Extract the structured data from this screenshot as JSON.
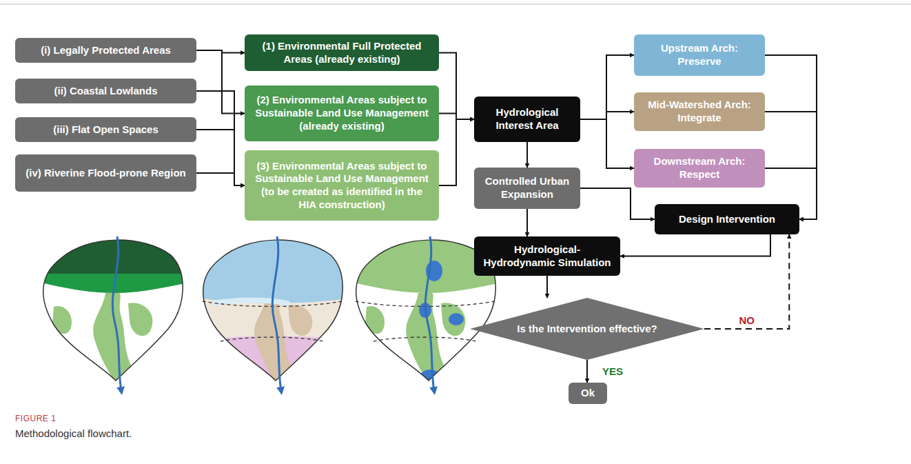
{
  "diagram": {
    "caption": "Methodological flowchart.",
    "nodes": [
      {
        "text": [
          "(i) Legally Protected Areas"
        ]
      },
      {
        "text": [
          "(ii) Coastal Lowlands"
        ]
      },
      {
        "text": [
          "(iii) Flat Open Spaces"
        ]
      },
      {
        "text": [
          "(iv) Riverine Flood-prone Region"
        ]
      },
      {
        "text": [
          "(1) Environmental Full Protected Areas (already existing)"
        ]
      },
      {
        "text": [
          "(2) Environmental Areas subject to Sustainable Land Use Management (already existing)"
        ]
      },
      {
        "text": [
          "(3) Environmental Areas subject to Sustainable Land Use Management (to be created as identified in the HIA construction)"
        ]
      },
      {
        "text": [
          "Hydrological Interest Area"
        ]
      },
      {
        "text": [
          "Upstream Arch: Preserve"
        ]
      },
      {
        "text": [
          "Mid-Watershed Arch: Integrate"
        ]
      },
      {
        "text": [
          "Downstream Arch: Respect"
        ]
      },
      {
        "text": [
          "Controlled Urban Expansion"
        ]
      },
      {
        "text": [
          "Design Intervention"
        ]
      },
      {
        "text": [
          "Hydrological-Hydrodynamic Simulation"
        ]
      },
      {
        "text": [
          "Is the Intervention effective?"
        ]
      },
      {
        "text": [
          "Ok"
        ]
      }
    ],
    "edges": [
      {
        "from": 0,
        "to": 4,
        "arrow": "to"
      },
      {
        "from": 0,
        "to": 5,
        "arrow": "to"
      },
      {
        "from": 1,
        "to": 6,
        "arrow": "to"
      },
      {
        "from": 2,
        "to": 6,
        "arrow": "to"
      },
      {
        "from": 3,
        "to": 6,
        "arrow": "to"
      },
      {
        "from": 4,
        "to": 7,
        "arrow": "to"
      },
      {
        "from": 5,
        "to": 7,
        "arrow": "to"
      },
      {
        "from": 6,
        "to": 7,
        "arrow": "to"
      },
      {
        "from": 7,
        "to": 8,
        "arrow": "to"
      },
      {
        "from": 7,
        "to": 9,
        "arrow": "to"
      },
      {
        "from": 7,
        "to": 10,
        "arrow": "to"
      },
      {
        "from": 7,
        "to": 11,
        "arrow": "to"
      },
      {
        "from": 8,
        "to": 12,
        "arrow": "to"
      },
      {
        "from": 9,
        "to": 12,
        "arrow": "to"
      },
      {
        "from": 10,
        "to": 12,
        "arrow": "to"
      },
      {
        "from": 11,
        "to": 12,
        "arrow": "to"
      },
      {
        "from": 11,
        "to": 13,
        "arrow": "to"
      },
      {
        "from": 12,
        "to": 13,
        "arrow": "to"
      },
      {
        "from": 13,
        "to": 14,
        "arrow": "to"
      },
      {
        "from": 14,
        "to": 15,
        "label": "YES",
        "arrow": "to"
      },
      {
        "from": 14,
        "to": 12,
        "label": "NO",
        "arrow": "to"
      }
    ],
    "labels": [
      "FIGURE 1"
    ]
  }
}
